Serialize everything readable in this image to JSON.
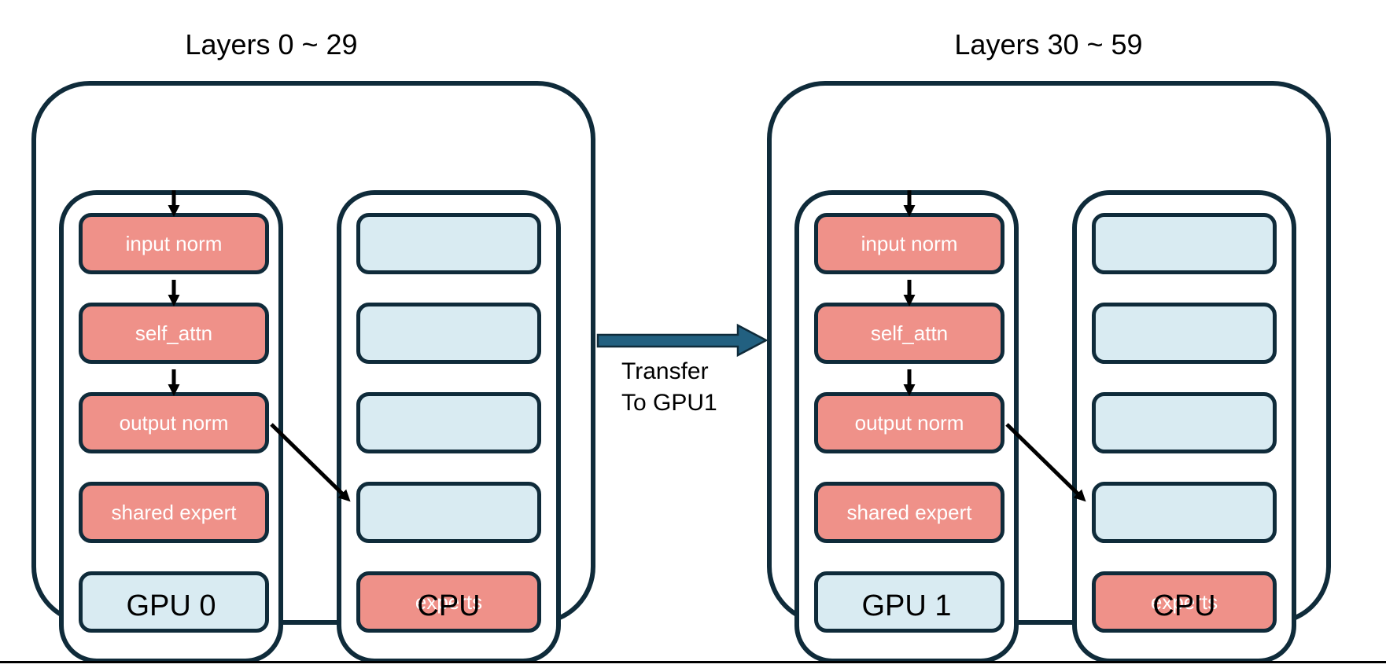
{
  "groups": [
    {
      "title": "Layers 0 ~ 29",
      "gpu_label": "GPU 0",
      "cpu_label": "CPU",
      "gpu_boxes": [
        {
          "label": "input norm"
        },
        {
          "label": "self_attn"
        },
        {
          "label": "output norm"
        },
        {
          "label": "shared expert"
        },
        {
          "label": ""
        }
      ],
      "cpu_boxes": [
        {
          "label": ""
        },
        {
          "label": ""
        },
        {
          "label": ""
        },
        {
          "label": ""
        },
        {
          "label": "experts"
        }
      ]
    },
    {
      "title": "Layers 30 ~ 59",
      "gpu_label": "GPU 1",
      "cpu_label": "CPU",
      "gpu_boxes": [
        {
          "label": "input norm"
        },
        {
          "label": "self_attn"
        },
        {
          "label": "output norm"
        },
        {
          "label": "shared expert"
        },
        {
          "label": ""
        }
      ],
      "cpu_boxes": [
        {
          "label": ""
        },
        {
          "label": ""
        },
        {
          "label": ""
        },
        {
          "label": ""
        },
        {
          "label": "experts"
        }
      ]
    }
  ],
  "transfer": {
    "line1": "Transfer",
    "line2": "To GPU1"
  },
  "colors": {
    "outline_navy": "#0f2b3a",
    "module_salmon": "#ef9189",
    "placeholder_blue": "#d9ebf2",
    "transfer_arrow_blue": "#226080",
    "flow_arrow_black": "#000000",
    "box_text": "#ffffff",
    "label_text": "#000000"
  }
}
